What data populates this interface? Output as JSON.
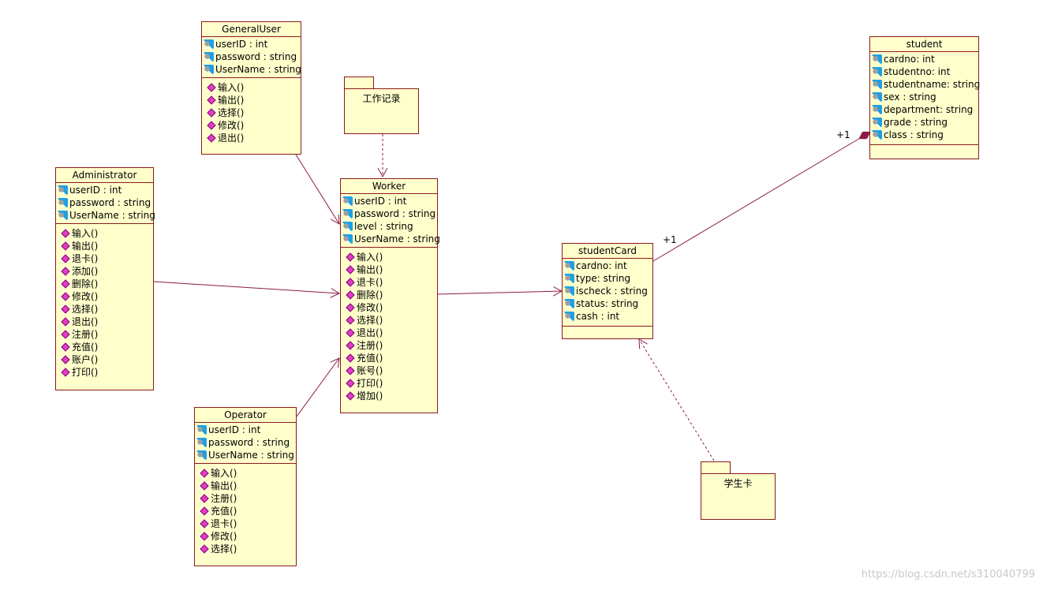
{
  "classes": {
    "generaluser": {
      "name": "GeneralUser",
      "attributes": [
        "userID :  int",
        "password : string",
        "UserName : string"
      ],
      "operations": [
        "输入()",
        "输出()",
        "选择()",
        "修改()",
        "退出()"
      ]
    },
    "administrator": {
      "name": "Administrator",
      "attributes": [
        "userID : int",
        "password : string",
        "UserName : string"
      ],
      "operations": [
        "输入()",
        "输出()",
        "退卡()",
        "添加()",
        "删除()",
        "修改()",
        "选择()",
        "退出()",
        "注册()",
        "充值()",
        "账户()",
        "打印()"
      ]
    },
    "worker": {
      "name": "Worker",
      "attributes": [
        "userID : int",
        "password : string",
        "level : string",
        "UserName : string"
      ],
      "operations": [
        "输入()",
        "输出()",
        "退卡()",
        "删除()",
        "修改()",
        "选择()",
        "退出()",
        "注册()",
        "充值()",
        "账号()",
        "打印()",
        "增加()"
      ]
    },
    "operator": {
      "name": "Operator",
      "attributes": [
        "userID : int",
        "password : string",
        "UserName : string"
      ],
      "operations": [
        "输入()",
        "输出()",
        "注册()",
        "充值()",
        "退卡()",
        "修改()",
        "选择()"
      ]
    },
    "studentcard": {
      "name": "studentCard",
      "attributes": [
        "cardno: int",
        "type: string",
        "ischeck : string",
        "status: string",
        "cash : int"
      ],
      "operations": []
    },
    "student": {
      "name": "student",
      "attributes": [
        "cardno: int",
        "studentno: int",
        "studentname: string",
        "sex : string",
        "department:  string",
        "grade : string",
        "class :  string"
      ],
      "operations": []
    }
  },
  "packages": {
    "worklog": "工作记录",
    "studentcard_pkg": "学生卡"
  },
  "multiplicities": {
    "student_end": "+1",
    "card_end": "+1"
  },
  "watermark": "https://blog.csdn.net/s310040799",
  "colors": {
    "class_fill": "#ffffcc",
    "border": "#8b1a1a",
    "link": "#8b1a4a"
  }
}
